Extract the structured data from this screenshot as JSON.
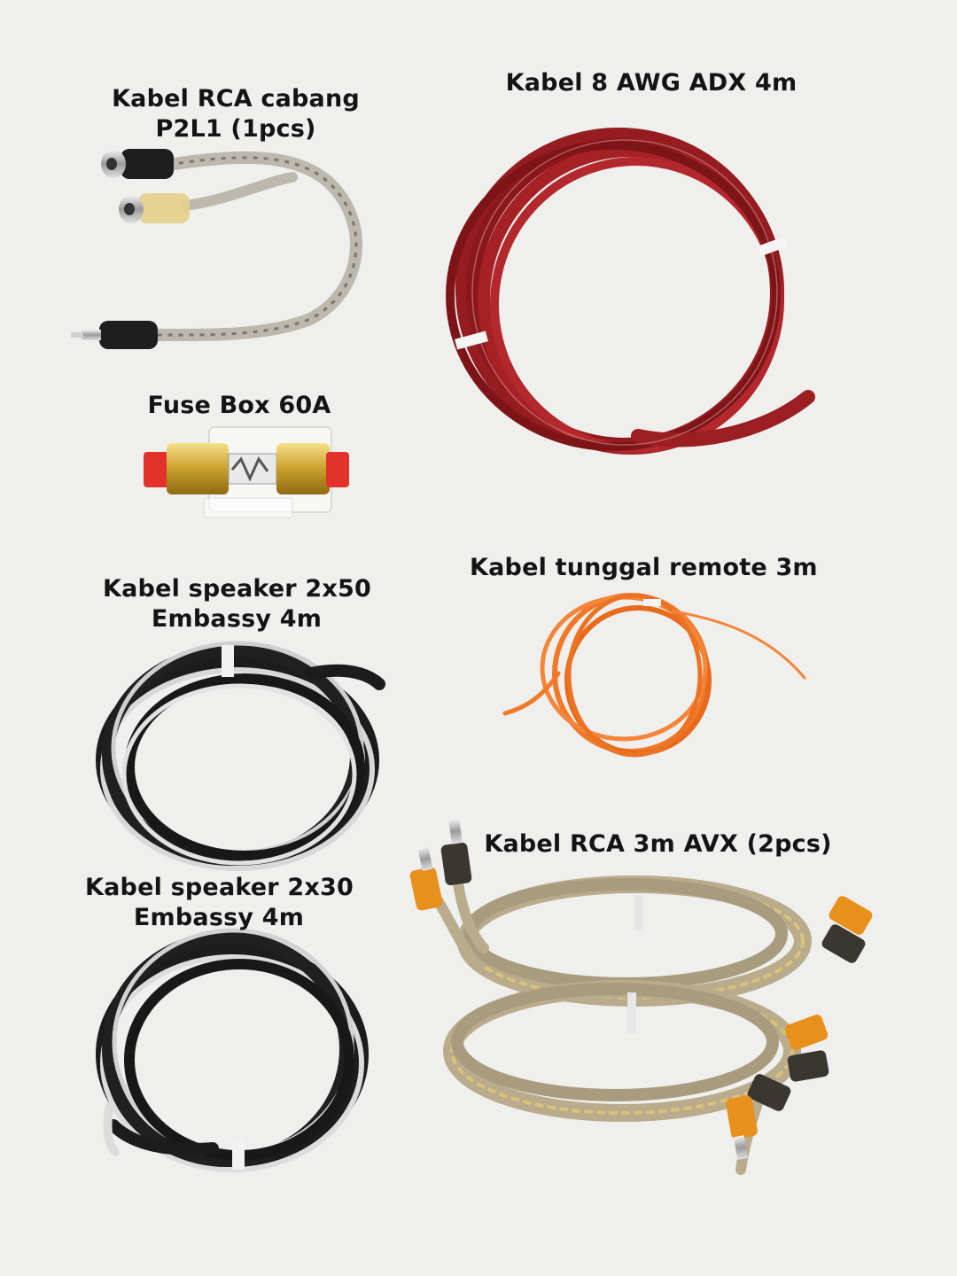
{
  "labels": {
    "rca_branch": {
      "line1": "Kabel RCA cabang",
      "line2": "P2L1 (1pcs)"
    },
    "power_8awg": {
      "line1": "Kabel 8 AWG ADX 4m"
    },
    "fuse_box": {
      "line1": "Fuse Box 60A"
    },
    "remote_wire": {
      "line1": "Kabel tunggal remote 3m"
    },
    "speaker_2x50": {
      "line1": "Kabel speaker 2x50",
      "line2": "Embassy 4m"
    },
    "rca_3m": {
      "line1": "Kabel RCA 3m AVX (2pcs)"
    },
    "speaker_2x30": {
      "line1": "Kabel speaker 2x30",
      "line2": "Embassy 4m"
    }
  },
  "colors": {
    "background": "#efefed",
    "power_cable": "#9a1e22",
    "remote_cable": "#f07a2a",
    "speaker_black": "#1c1c1c",
    "speaker_white": "#d8d8d8",
    "rca_clear": "#b9ab8c",
    "rca_orange": "#e8901c"
  }
}
